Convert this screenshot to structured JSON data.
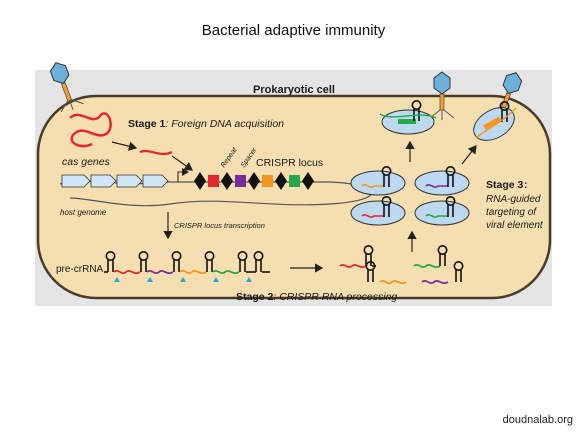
{
  "slide": {
    "title": "Bacterial adaptive immunity",
    "footer": "doudnalab.org"
  },
  "diagram": {
    "cell_label": "Prokaryotic cell",
    "stage1": {
      "num": "Stage 1",
      "text": ": Foreign DNA acquisition"
    },
    "cas_genes": "cas genes",
    "host_genome": "host genome",
    "repeat_label": "Repeat",
    "spacer_label": "Spacer",
    "crispr_locus": "CRISPR locus",
    "transcription": "CRISPR locus transcription",
    "pre_crrna": "pre-crRNA",
    "stage2": {
      "num": "Stage 2",
      "text": ": CRISPR RNA processing"
    },
    "stage3": {
      "num": "Stage 3",
      "line1": "RNA-guided",
      "line2": "targeting of",
      "line3": "viral element"
    },
    "colors": {
      "cell_fill": "#f5dfb0",
      "cell_stroke": "#4a3a2a",
      "band": "#e4e4e4",
      "spacer_red": "#e8262d",
      "spacer_purple": "#7a2c9e",
      "spacer_orange": "#f7941d",
      "spacer_green": "#23a84a",
      "repeat_black": "#111111",
      "cas_blue": "#cfe6f7",
      "cleavage_cyan": "#2aa9e0",
      "complex_blue": "#bcd9f0"
    }
  }
}
